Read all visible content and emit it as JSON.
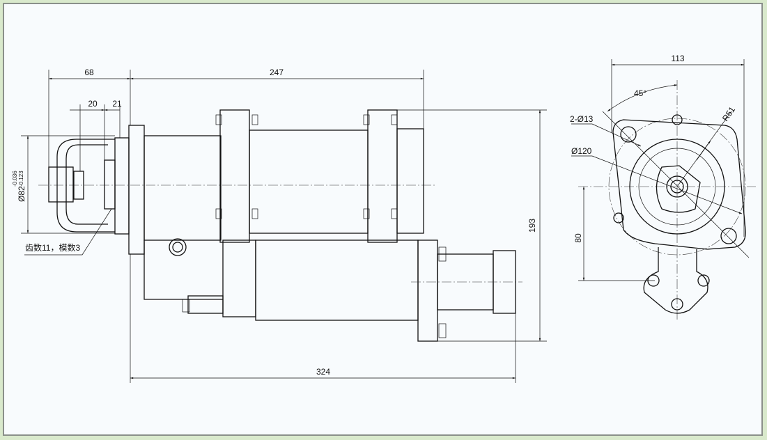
{
  "drawing": {
    "front_view": {
      "dim_overall_length": "324",
      "dim_left_part": "68",
      "dim_body": "247",
      "dim_small_1": "20",
      "dim_small_2": "21",
      "dim_height": "193",
      "dim_shaft_diameter": "Ø82",
      "tolerance_upper": "-0.036",
      "tolerance_lower": "-0.123",
      "gear_note": "齿数11，模数3"
    },
    "side_view": {
      "dim_width": "113",
      "dim_angle": "45°",
      "dim_holes": "2-Ø13",
      "dim_circle": "Ø120",
      "dim_radius": "R51",
      "dim_offset": "80"
    }
  }
}
